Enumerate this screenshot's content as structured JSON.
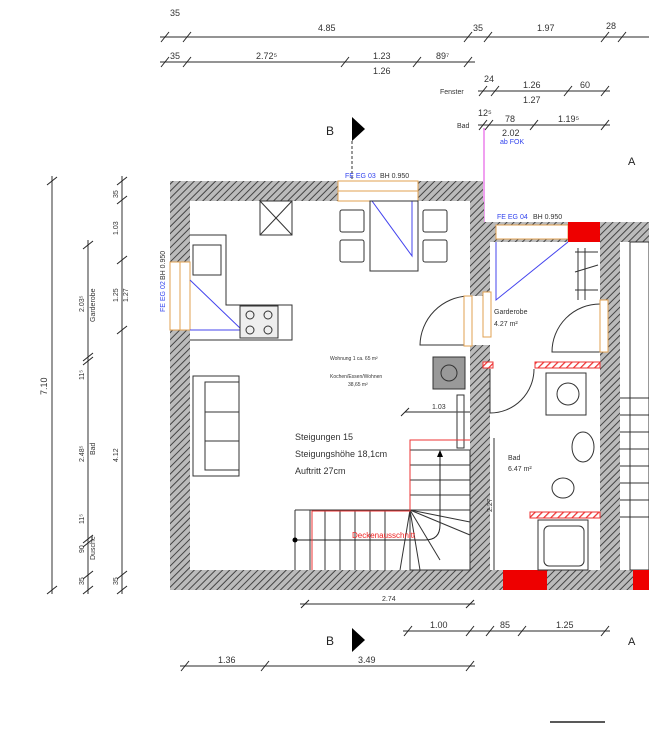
{
  "dimensions": {
    "top_row1": [
      "35",
      "4.85",
      "35",
      "1.97",
      "28"
    ],
    "top_row2": [
      "35",
      "2.72⁵",
      "1.23",
      "1.26",
      "89⁷"
    ],
    "fenster": {
      "label": "Fenster",
      "values": [
        "24",
        "1.26",
        "1.27",
        "60"
      ]
    },
    "bad": {
      "label": "Bad",
      "values": [
        "12⁵",
        "78",
        "2.02",
        "1.19⁵"
      ],
      "note": "ab FOK"
    },
    "left_total": "7.10",
    "left_rooms": [
      "2.03⁵",
      "Garderobe",
      "11⁵",
      "2.48⁵",
      "Bad",
      "11⁵",
      "90",
      "Dusche",
      "35"
    ],
    "left_inner": [
      "35",
      "1.03",
      "1.25",
      "1.27",
      "4.12",
      "35"
    ],
    "stair_width": "1.03",
    "bad_height": "2.27",
    "bottom_row1": "2.74",
    "bottom_row2": [
      "1.00",
      "85",
      "1.25"
    ],
    "bottom_row3": [
      "1.36",
      "3.49"
    ]
  },
  "section_markers": {
    "b": "B",
    "a": "A"
  },
  "windows": {
    "fe_eg_03": "FE EG 03",
    "fe_eg_03_bh": "BH 0.950",
    "fe_eg_04": "FE EG 04",
    "fe_eg_04_bh": "BH 0.950",
    "fe_eg_02": "FE EG 02",
    "fe_eg_02_bh": "BH 0.950"
  },
  "rooms": {
    "main_title": "Wohnung 1 ca. 65 m²",
    "main_name": "Kochen/Essen/Wohnen",
    "main_area": "38,65 m²",
    "garderobe_name": "Garderobe",
    "garderobe_area": "4.27 m²",
    "bad_name": "Bad",
    "bad_area": "6.47 m²"
  },
  "stairs": {
    "steigungen": "Steigungen 15",
    "hoehe": "Steigungshöhe 18,1cm",
    "auftritt": "Auftritt 27cm",
    "deckenausschnitt": "Deckenausschnitt"
  },
  "colors": {
    "wall_hatch": "#555555",
    "window_label": "#3344ee",
    "demolition": "#ee0000",
    "window_frame": "#e0a050"
  }
}
